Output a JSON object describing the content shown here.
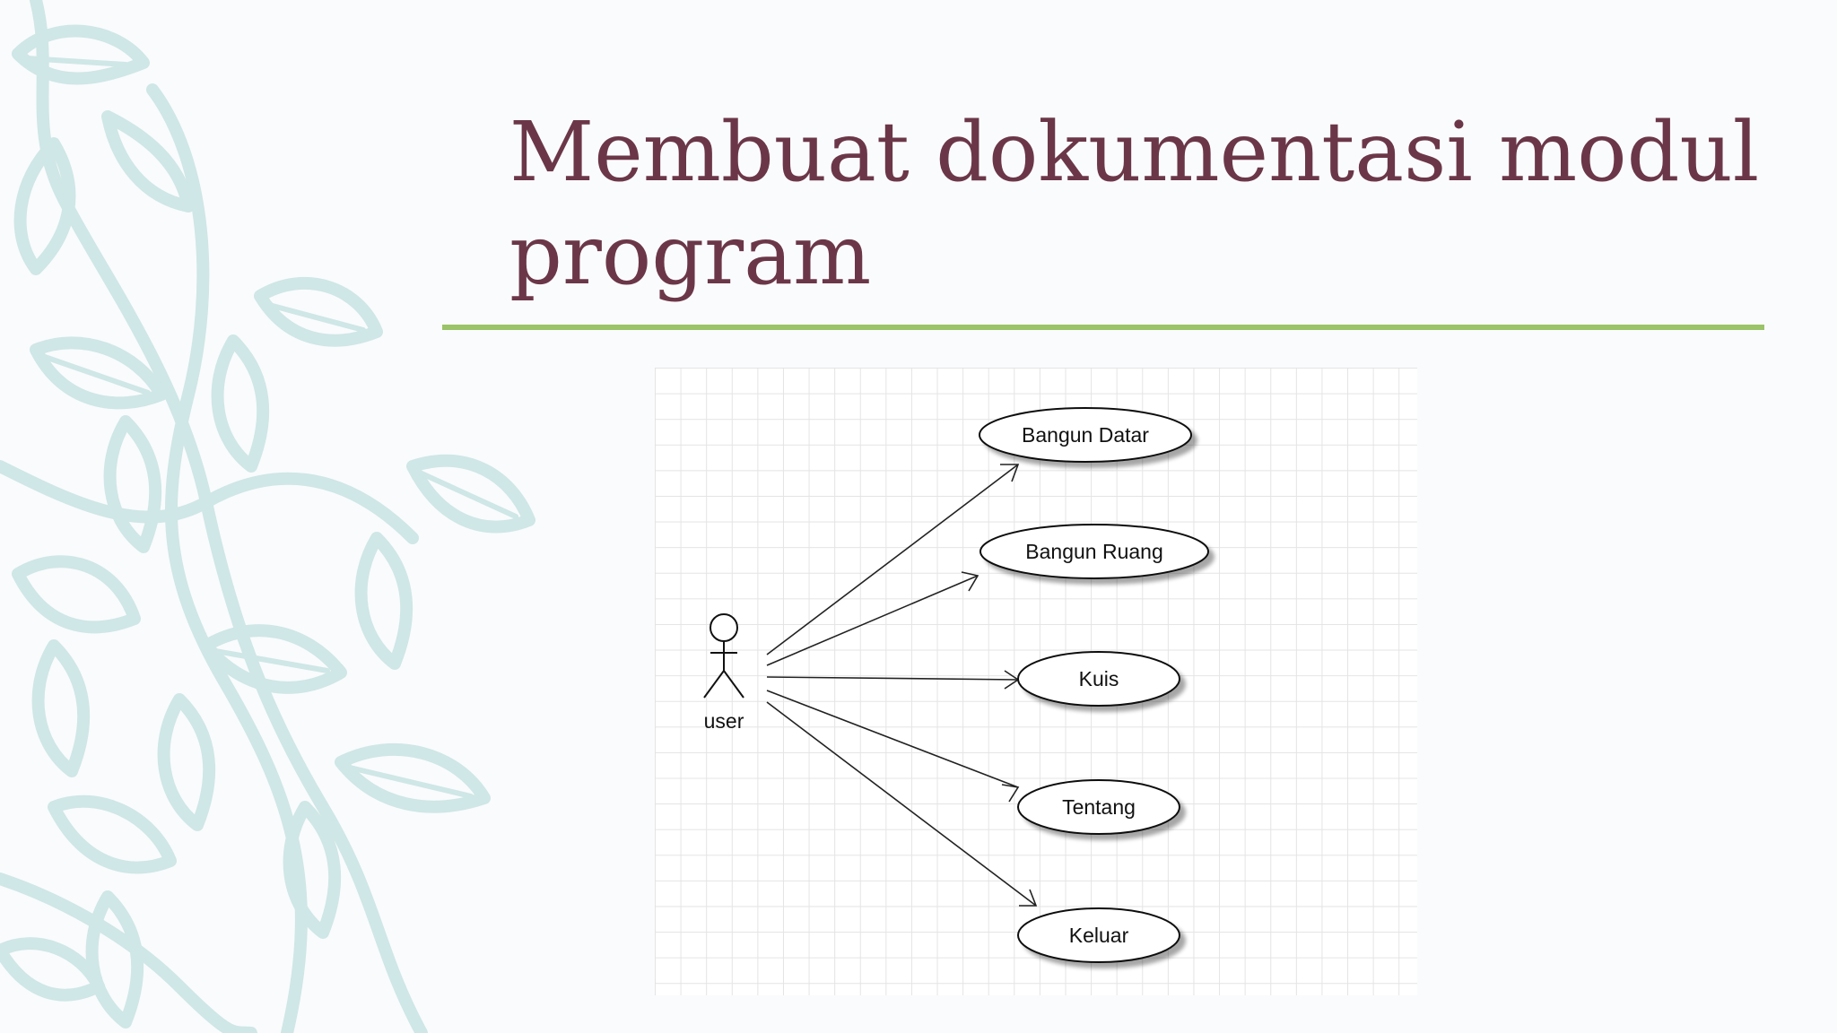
{
  "slide": {
    "title": "Membuat dokumentasi modul program",
    "title_color": "#6b3748",
    "rule_color": "#9bc368",
    "decoration": "vine-leaves-outline",
    "decoration_color": "#cfe7e6"
  },
  "diagram": {
    "type": "use-case",
    "actor": {
      "label": "user"
    },
    "use_cases": [
      {
        "label": "Bangun Datar"
      },
      {
        "label": "Bangun Ruang"
      },
      {
        "label": "Kuis"
      },
      {
        "label": "Tentang"
      },
      {
        "label": "Keluar"
      }
    ],
    "edges": [
      {
        "from": "user",
        "to": "Bangun Datar"
      },
      {
        "from": "user",
        "to": "Bangun Ruang"
      },
      {
        "from": "user",
        "to": "Kuis"
      },
      {
        "from": "user",
        "to": "Tentang"
      },
      {
        "from": "user",
        "to": "Keluar"
      }
    ]
  }
}
